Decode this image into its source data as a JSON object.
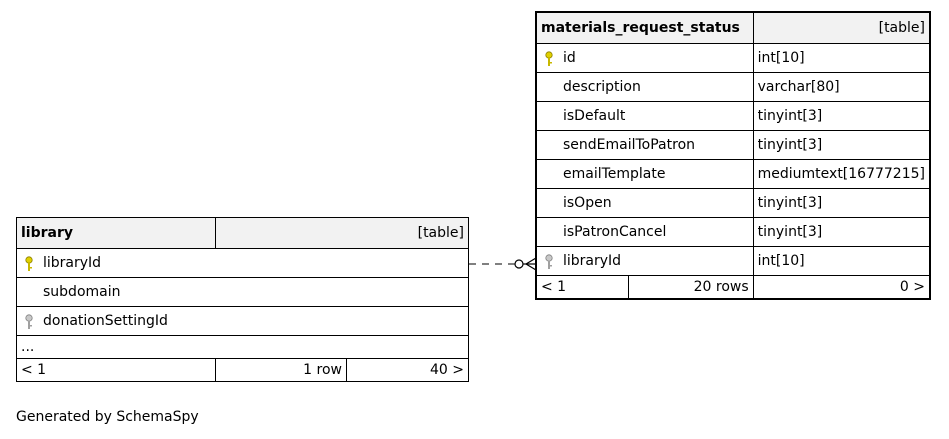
{
  "library": {
    "name": "library",
    "type_label": "[table]",
    "columns": [
      {
        "name": "libraryId",
        "key": "primary"
      },
      {
        "name": "subdomain",
        "key": "none"
      },
      {
        "name": "donationSettingId",
        "key": "index"
      }
    ],
    "ellipsis": "...",
    "footer": {
      "parents": "< 1",
      "rows": "1 row",
      "children": "40 >"
    }
  },
  "materials_request_status": {
    "name": "materials_request_status",
    "type_label": "[table]",
    "columns": [
      {
        "name": "id",
        "type": "int[10]",
        "key": "primary"
      },
      {
        "name": "description",
        "type": "varchar[80]",
        "key": "none"
      },
      {
        "name": "isDefault",
        "type": "tinyint[3]",
        "key": "none"
      },
      {
        "name": "sendEmailToPatron",
        "type": "tinyint[3]",
        "key": "none"
      },
      {
        "name": "emailTemplate",
        "type": "mediumtext[16777215]",
        "key": "none"
      },
      {
        "name": "isOpen",
        "type": "tinyint[3]",
        "key": "none"
      },
      {
        "name": "isPatronCancel",
        "type": "tinyint[3]",
        "key": "none"
      },
      {
        "name": "libraryId",
        "type": "int[10]",
        "key": "index"
      }
    ],
    "footer": {
      "parents": "< 1",
      "rows": "20 rows",
      "children": "0 >"
    }
  },
  "footer_text": "Generated by SchemaSpy",
  "colors": {
    "primary_key": "#e0d000",
    "index_key": "#a0a0a0",
    "header_bg": "#f2f2f2"
  }
}
